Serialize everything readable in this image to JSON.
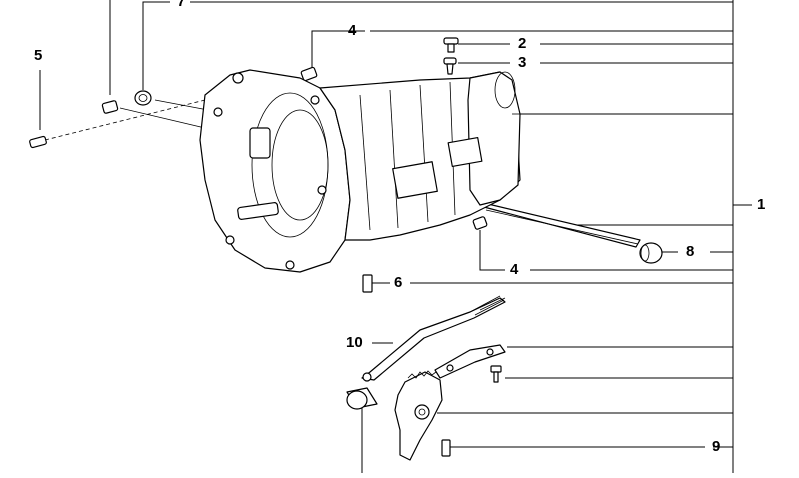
{
  "callouts": {
    "c1": "1",
    "c2": "2",
    "c3": "3",
    "c4a": "4",
    "c4b": "4",
    "c5": "5",
    "c6": "6",
    "c7": "7",
    "c8": "8",
    "c9": "9",
    "c10": "10"
  }
}
